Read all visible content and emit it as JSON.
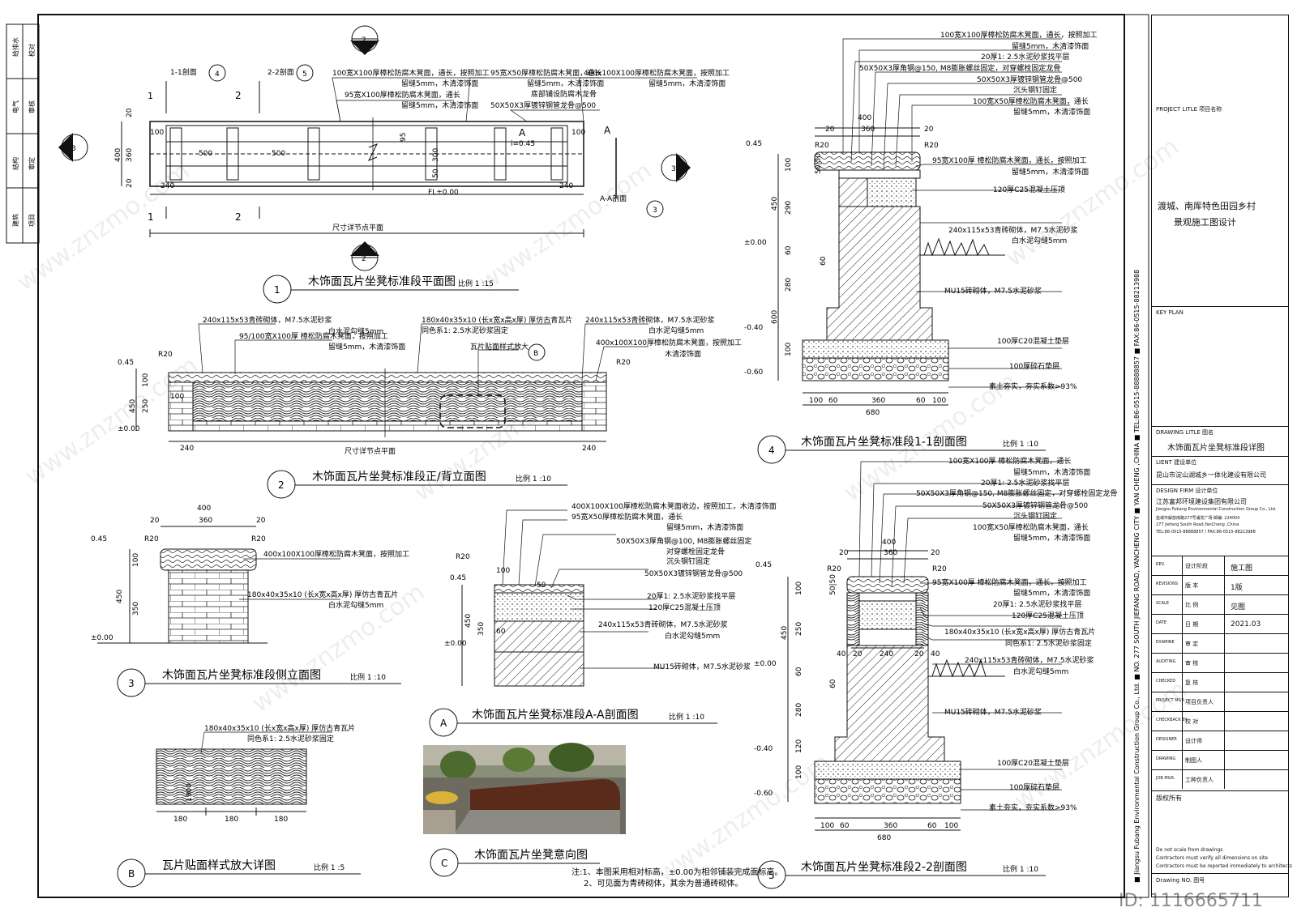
{
  "views": {
    "v1": {
      "num": "1",
      "title": "木饰面瓦片坐凳标准段平面图",
      "scale": "比例  1 :15"
    },
    "v2": {
      "num": "2",
      "title": "木饰面瓦片坐凳标准段正/背立面图",
      "scale": "比例  1 :10"
    },
    "v3": {
      "num": "3",
      "title": "木饰面瓦片坐凳标准段侧立面图",
      "scale": "比例  1 :10"
    },
    "vA": {
      "num": "A",
      "title": "木饰面瓦片坐凳标准段A-A剖面图",
      "scale": "比例  1 :10"
    },
    "vB": {
      "num": "B",
      "title": "瓦片贴面样式放大详图",
      "scale": "比例  1 :5"
    },
    "vC": {
      "num": "C",
      "title": "木饰面瓦片坐凳意向图"
    },
    "v4": {
      "num": "4",
      "title": "木饰面瓦片坐凳标准段1-1剖面图",
      "scale": "比例  1 :10"
    },
    "v5": {
      "num": "5",
      "title": "木饰面瓦片坐凳标准段2-2剖面图",
      "scale": "比例  1 :10"
    }
  },
  "notes": {
    "n1": "注:1、本图采用相对标高，±0.00为相邻铺装完成面标高。",
    "n2": "2、可见面为青砖砌体，其余为普通砖砌体。"
  },
  "plan": {
    "sec11": "1-1剖面",
    "sec22": "2-2剖面",
    "secAA": "A-A剖面",
    "marker2": "2",
    "marker3": "3",
    "marker4": "4",
    "marker5": "5",
    "c1": "1",
    "c2": "2",
    "cA": "A",
    "a1": "100宽X100厚樟松防腐木凳面，通长，按照加工",
    "a1b": "留缝5mm，木清漆饰面",
    "a2": "95宽X100厚樟松防腐木凳面，通长",
    "a2b": "留缝5mm，木清漆饰面",
    "a3": "95宽X50厚樟松防腐木凳面，通长",
    "a3b": "留缝5mm，木清漆饰面",
    "a3c": "底部铺设防腐木龙骨",
    "a4": "400x100X100厚樟松防腐木凳面，按照加工",
    "a4b": "留缝5mm，木清漆饰面",
    "a5": "50X50X3厚镀锌钢管龙骨@500",
    "slope": "i=0.45",
    "fl": "FL±0.00",
    "sizenote": "尺寸详节点平面",
    "d20a": "20",
    "d360": "360",
    "d400": "400",
    "d20b": "20",
    "d240a": "240",
    "d240b": "240",
    "d500a": "500",
    "d500b": "500",
    "d100a": "100",
    "d100b": "100",
    "d95": "95",
    "d300": "300",
    "d50": "50"
  },
  "elev": {
    "b1": "240x115x53青砖砌体，M7.5水泥砂浆",
    "b1b": "白水泥勾缝5mm",
    "b2": "95/100宽X100厚 樟松防腐木凳面，按照加工",
    "b2b": "留缝5mm，木清漆饰面",
    "b3": "180x40x35x10 (长x宽x高x厚) 厚仿古青瓦片",
    "b3b": "同色系1: 2.5水泥砂浆固定",
    "b4": "瓦片贴面样式放大",
    "b5": "240x115x53青砖砌体，M7.5水泥砂浆",
    "b5b": "白水泥勾缝5mm",
    "b6": "400x100X100厚樟松防腐木凳面，按照加工",
    "b6b": "木清漆饰面",
    "r20": "R20",
    "r20b": "R20",
    "e045": "0.45",
    "e000": "±0.00",
    "d100": "100",
    "d250": "250",
    "d450": "450",
    "d100s": "100",
    "d240a": "240",
    "d240b": "240",
    "sizenote": "尺寸详节点平面",
    "markB": "B"
  },
  "side": {
    "d400": "400",
    "d20a": "20",
    "d360": "360",
    "d20b": "20",
    "r20a": "R20",
    "r20b": "R20",
    "e045": "0.45",
    "e000": "±0.00",
    "d100": "100",
    "d450": "450",
    "d350": "350",
    "c1": "400x100X100厚樟松防腐木凳面，按照加工",
    "c2": "180x40x35x10 (长x宽x高x厚) 厚仿古青瓦片",
    "c2b": "白水泥勾缝5mm"
  },
  "secA": {
    "l1": "400X100X100厚樟松防腐木凳面收边，按照加工，木清漆饰面",
    "l2": "95宽X50厚樟松防腐木凳面，通长",
    "l2b": "留缝5mm，木清漆饰面",
    "l3": "50X50X3厚角钢@100, M8膨胀螺丝固定",
    "l3b": "对穿螺栓固定龙骨",
    "l3c": "沉头钢钉固定",
    "l4": "50X50X3镀锌钢管龙骨@500",
    "l5": "20厚1: 2.5水泥砂浆找平层",
    "l6": "120厚C25混凝土压顶",
    "l7": "240x115x53青砖砌体，M7.5水泥砂浆",
    "l7b": "白水泥勾缝5mm",
    "l8": "MU15砖砌体，M7.5水泥砂浆",
    "r20": "R20",
    "e045": "0.45",
    "e000": "±0.00",
    "d100": "100",
    "d450": "450",
    "d350": "350",
    "d60": "60",
    "d50": "50"
  },
  "detB": {
    "l1": "180x40x35x10 (长x宽x高x厚) 厚仿古青瓦片",
    "l1b": "同色系1: 2.5水泥砂浆固定",
    "d1": "180",
    "d2": "180",
    "d3": "180",
    "dv": "1900"
  },
  "sec1": {
    "l1": "100宽X100厚樟松防腐木凳面，通长，按照加工",
    "l1b": "留缝5mm，木清漆饰面",
    "l2": "20厚1: 2.5水泥砂浆找平层",
    "l3": "50X50X3厚角钢@150, M8膨胀螺丝固定，对穿螺栓固定龙骨",
    "l4": "50X50X3厚镀锌钢管龙骨@500",
    "l4b": "沉头钢钉固定",
    "l5": "100宽X50厚樟松防腐木凳面，通长",
    "l5b": "留缝5mm，木清漆饰面",
    "l6": "95宽X100厚 樟松防腐木凳面，通长，按照加工",
    "l6b": "留缝5mm，木清漆饰面",
    "l7": "120厚C25混凝土压顶",
    "l8": "240x115x53青砖砌体，M7.5水泥砂浆",
    "l8b": "白水泥勾缝5mm",
    "l9": "MU15砖砌体，M7.5水泥砂浆",
    "l10": "100厚C20混凝土垫层",
    "l11": "100厚碎石垫层",
    "l12": "素土夯实，夯实系数>93%",
    "d400": "400",
    "d360": "360",
    "d20a": "20",
    "d20b": "20",
    "r20a": "R20",
    "r20b": "R20",
    "e045": "0.45",
    "e000": "±0.00",
    "e040": "-0.40",
    "e060": "-0.60",
    "dv100": "100",
    "dv290": "290",
    "dv450": "450",
    "dv60": "60",
    "dv280": "280",
    "dv600": "600",
    "dv100b": "100",
    "dv60b": "60",
    "d100a": "100",
    "d60a": "60",
    "d360b": "360",
    "d60b": "60",
    "d100b": "100",
    "d680": "680",
    "d5050": "50|50"
  },
  "sec2": {
    "l1": "100宽X100厚 樟松防腐木凳面，通长",
    "l1b": "留缝5mm，木清漆饰面",
    "l2": "20厚1: 2.5水泥砂浆找平层",
    "l3": "50X50X3厚角钢@150, M8膨胀螺丝固定，对穿螺栓固定龙骨",
    "l4": "50X50X3厚镀锌钢管龙骨@500",
    "l4b": "沉头钢钉固定",
    "l5": "100宽X50厚樟松防腐木凳面，通长",
    "l5b": "留缝5mm，木清漆饰面",
    "l6": "95宽X100厚 樟松防腐木凳面，通长，按照加工",
    "l6b": "留缝5mm，木清漆饰面",
    "l7": "20厚1: 2.5水泥砂浆找平层",
    "l8": "120厚C25混凝土压顶",
    "l9": "180x40x35x10 (长x宽x高x厚) 厚仿古青瓦片",
    "l9b": "同色系1: 2.5水泥砂浆固定",
    "l10": "240x115x53青砖砌体，M7.5水泥砂浆",
    "l10b": "白水泥勾缝5mm",
    "l11": "MU15砖砌体，M7.5水泥砂浆",
    "l12": "100厚C20混凝土垫层",
    "l13": "100厚碎石垫层",
    "l14": "素土夯实，夯实系数>93%",
    "d400": "400",
    "d360": "360",
    "d20a": "20",
    "d20b": "20",
    "r20a": "R20",
    "r20b": "R20",
    "e045": "0.45",
    "e000": "±0.00",
    "e040": "-0.40",
    "e060": "-0.60",
    "dv100": "100",
    "dv250": "250",
    "dv450": "450",
    "dv60": "60",
    "dv280": "280",
    "dv120": "120",
    "dv100b": "100",
    "dv60b": "60",
    "d40a": "40",
    "d20c": "20",
    "d240": "240",
    "d20d": "20",
    "d40b": "40",
    "d100a": "100",
    "d60a": "60",
    "d360b": "360",
    "d60b": "60",
    "d100b": "100",
    "d680": "680",
    "d5050": "50|50"
  },
  "titleblock": {
    "col1a": "给排水",
    "col1b": "校对",
    "col2a": "电气",
    "col2b": "审核",
    "col3a": "结构",
    "col3b": "审定",
    "col4a": "建筑",
    "col4b": "项目",
    "vert": "■ Jiangsu Fubang Environmental Construction Group Co., Ltd.   ■ NO. 277 SOUTH JIEFANG ROAD, YANCHENG CITY   ■ YAN CHENG ,CHINA   ■ TEL:86-0515-88888857   ■ FAX:86-0515-88213988",
    "proj_label": "PROJECT LITLE  项目名称",
    "proj1": "渡城、南厍特色田园乡村",
    "proj2": "景观施工图设计",
    "key_label": "KEY PLAN",
    "draw_label": "DRAWING LITLE  图名",
    "draw_title": "木饰面瓦片坐凳标准段详图",
    "client_label": "LIENT  建设单位",
    "client": "昆山市淀山湖城乡一体化建设有限公司",
    "firm_label": "DESIGN FIRM  设计单位",
    "firm_cn": "江苏富邦环境建设集团有限公司",
    "firm_en": "Jiangsu Fubang Environmental Construction Group Co., Ltd.",
    "firm_addr": "盐城市解放南路277号浦发广场   邮编: 224000",
    "firm_addr_en": "277 Jiefang South Road,YanCheng ,China",
    "firm_tel": "TEL:86-0515-88888857 / FAX:86-0515-88213988",
    "rows": [
      {
        "en": "REV.",
        "cn": "设计阶段",
        "val": "施工图"
      },
      {
        "en": "REVISIONS",
        "cn": "版 本",
        "val": "1版"
      },
      {
        "en": "SCALE",
        "cn": "比 例",
        "val": "见图"
      },
      {
        "en": "DATE",
        "cn": "日 期",
        "val": "2021.03"
      },
      {
        "en": "EXAMINE",
        "cn": "审 定",
        "val": ""
      },
      {
        "en": "AUDITING",
        "cn": "审 核",
        "val": ""
      },
      {
        "en": "CHECKED",
        "cn": "复 核",
        "val": ""
      },
      {
        "en": "PROJECT MGR.",
        "cn": "项目负责人",
        "val": ""
      },
      {
        "en": "CHECKBACK BY",
        "cn": "校 对",
        "val": ""
      },
      {
        "en": "DESIGNER",
        "cn": "设计师",
        "val": ""
      },
      {
        "en": "DRAWING",
        "cn": "制图人",
        "val": ""
      },
      {
        "en": "JOB MGR.",
        "cn": "工种负责人",
        "val": ""
      }
    ],
    "copy_label": "版权所有",
    "copy1": "Do not scale from drawings",
    "copy2": "Contractors must verify all dimensions on site",
    "copy3": "Contractors must be reported immediately to architects",
    "dno": "Drawing NO.  图号"
  },
  "watermark": "www.znzmo.com",
  "idtag": "ID: 1116665711"
}
